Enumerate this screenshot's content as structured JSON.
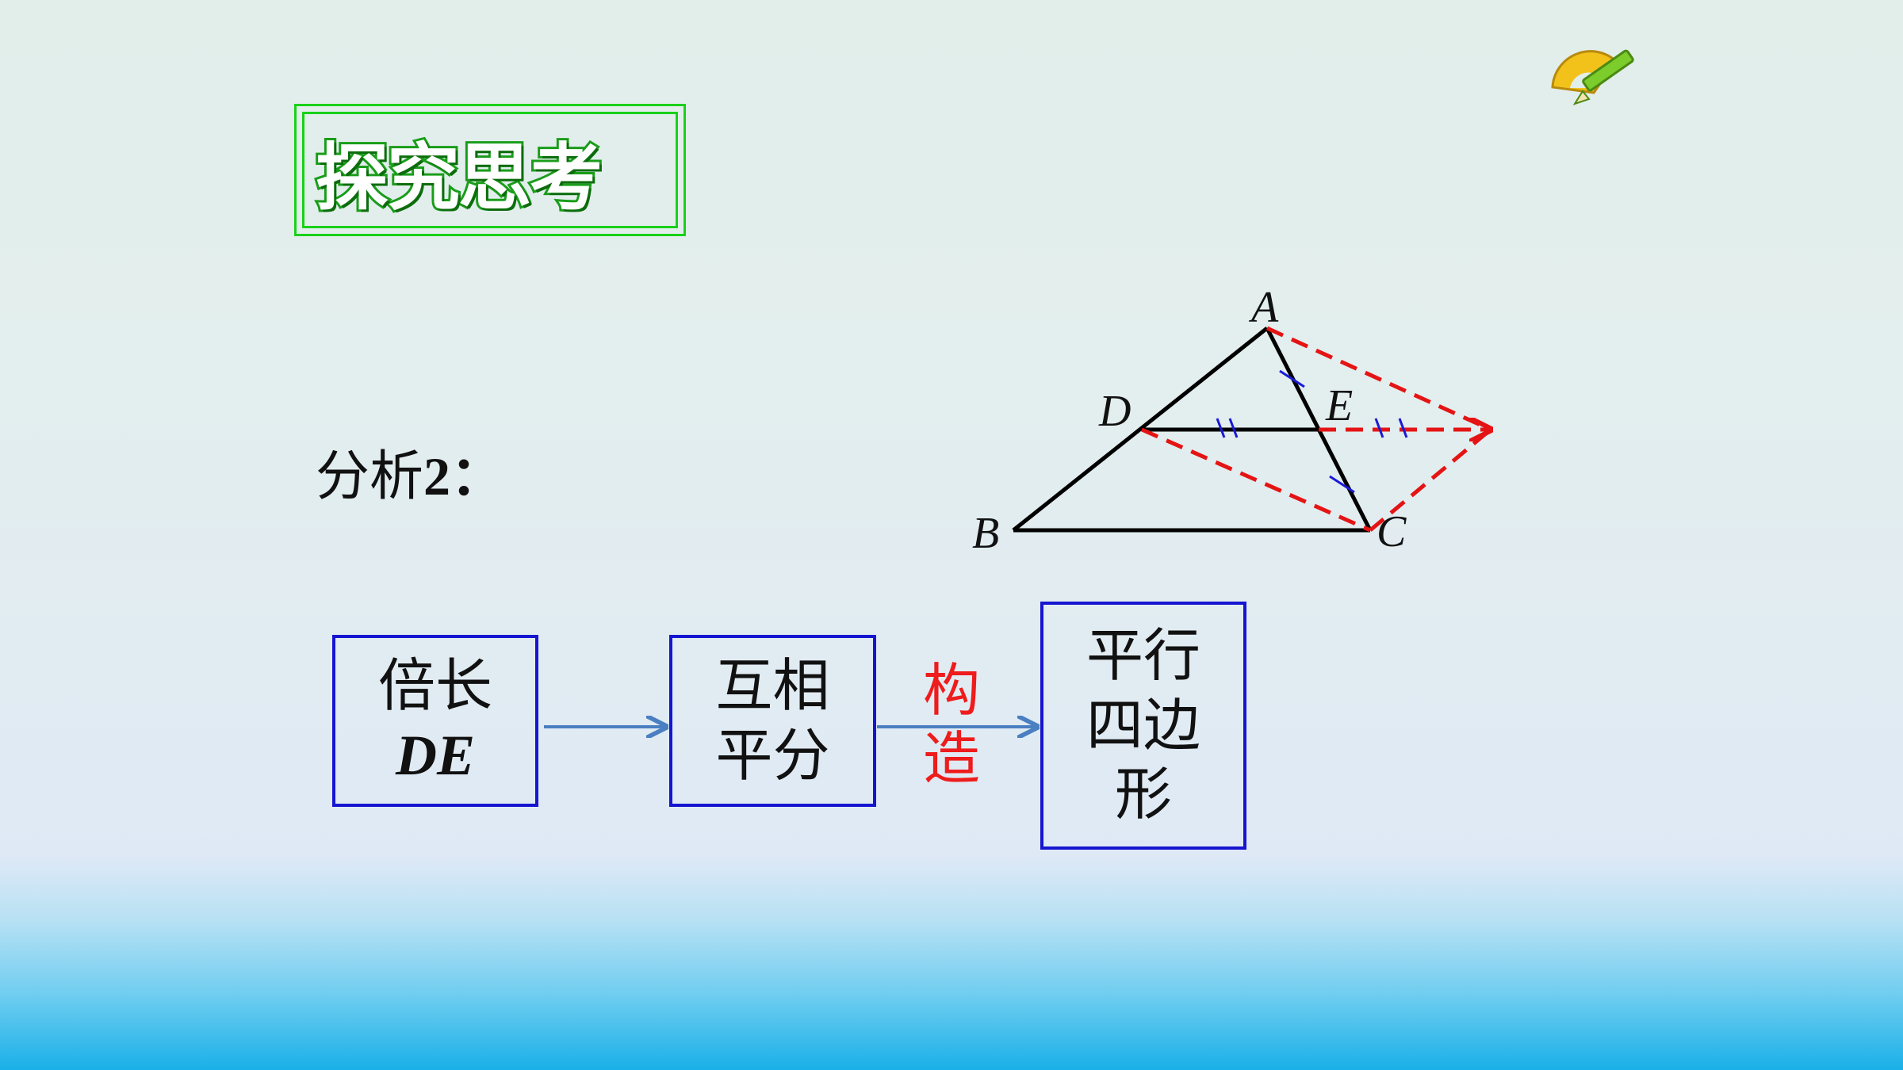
{
  "title": "探究思考",
  "analysis": {
    "label": "分析",
    "number": "2",
    "colon": "："
  },
  "diagram": {
    "points": {
      "A": "A",
      "B": "B",
      "C": "C",
      "D": "D",
      "E": "E"
    },
    "colors": {
      "triangle": "#000000",
      "construction": "#e51414",
      "ticks": "#1a1ad6"
    }
  },
  "flow": {
    "box1": {
      "line1": "倍长",
      "line2": "DE"
    },
    "box2": {
      "line1": "互相",
      "line2": "平分"
    },
    "connector": {
      "line1": "构",
      "line2": "造"
    },
    "box3": {
      "line1": "平行",
      "line2": "四边",
      "line3": "形"
    },
    "colors": {
      "box_border": "#1515d0",
      "arrow": "#4a7fc1",
      "connector_text": "#ee1c1c"
    }
  },
  "decor": {
    "logo_icon": "protractor-pencil-icon"
  }
}
